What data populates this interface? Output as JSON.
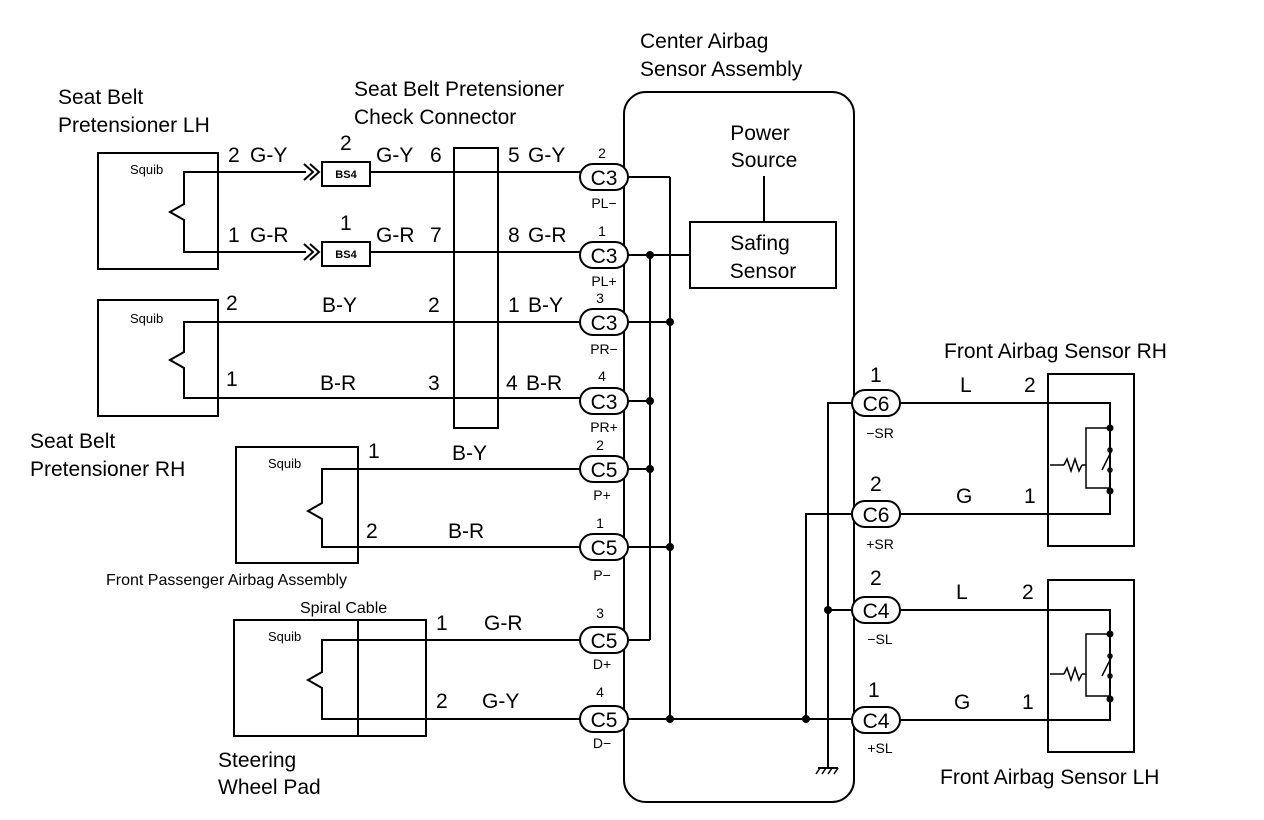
{
  "titles": {
    "center_assembly": [
      "Center Airbag",
      "Sensor Assembly"
    ],
    "check_connector": [
      "Seat Belt Pretensioner",
      "Check Connector"
    ],
    "pretensioner_lh": [
      "Seat Belt",
      "Pretensioner LH"
    ],
    "pretensioner_rh": [
      "Seat Belt",
      "Pretensioner RH"
    ],
    "passenger_airbag": "Front Passenger Airbag Assembly",
    "spiral_cable": "Spiral Cable",
    "steering_pad": [
      "Steering",
      "Wheel Pad"
    ],
    "front_sensor_rh": "Front Airbag Sensor RH",
    "front_sensor_lh": "Front Airbag Sensor LH",
    "power_source": [
      "Power",
      "Source"
    ],
    "safing_sensor": [
      "Safing",
      "Sensor"
    ]
  },
  "squib_label": "Squib",
  "bs4_label": "BS4",
  "wires": {
    "lh_top": {
      "pin_left": "2",
      "color_left": "G-Y",
      "bs_pin": "2",
      "color_mid": "G-Y",
      "cc_in": "6",
      "cc_out": "5",
      "color_right": "G-Y"
    },
    "lh_bot": {
      "pin_left": "1",
      "color_left": "G-R",
      "bs_pin": "1",
      "color_mid": "G-R",
      "cc_in": "7",
      "cc_out": "8",
      "color_right": "G-R"
    },
    "rh_top": {
      "pin_left": "2",
      "color_mid": "B-Y",
      "cc_in": "2",
      "cc_out": "1",
      "color_right": "B-Y"
    },
    "rh_bot": {
      "pin_left": "1",
      "color_mid": "B-R",
      "cc_in": "3",
      "cc_out": "4",
      "color_right": "B-R"
    },
    "pass_top": {
      "pin": "1",
      "color": "B-Y"
    },
    "pass_bot": {
      "pin": "2",
      "color": "B-R"
    },
    "steer_top": {
      "pin": "1",
      "color": "G-R"
    },
    "steer_bot": {
      "pin": "2",
      "color": "G-Y"
    }
  },
  "connectors_left": [
    {
      "name": "C3",
      "pin": "2",
      "signal": "PL−"
    },
    {
      "name": "C3",
      "pin": "1",
      "signal": "PL+"
    },
    {
      "name": "C3",
      "pin": "3",
      "signal": "PR−"
    },
    {
      "name": "C3",
      "pin": "4",
      "signal": "PR+"
    },
    {
      "name": "C5",
      "pin": "2",
      "signal": "P+"
    },
    {
      "name": "C5",
      "pin": "1",
      "signal": "P−"
    },
    {
      "name": "C5",
      "pin": "3",
      "signal": "D+"
    },
    {
      "name": "C5",
      "pin": "4",
      "signal": "D−"
    }
  ],
  "connectors_right": [
    {
      "name": "C6",
      "pin": "1",
      "signal": "−SR",
      "wire": "L",
      "sensor_pin": "2"
    },
    {
      "name": "C6",
      "pin": "2",
      "signal": "+SR",
      "wire": "G",
      "sensor_pin": "1"
    },
    {
      "name": "C4",
      "pin": "2",
      "signal": "−SL",
      "wire": "L",
      "sensor_pin": "2"
    },
    {
      "name": "C4",
      "pin": "1",
      "signal": "+SL",
      "wire": "G",
      "sensor_pin": "1"
    }
  ]
}
